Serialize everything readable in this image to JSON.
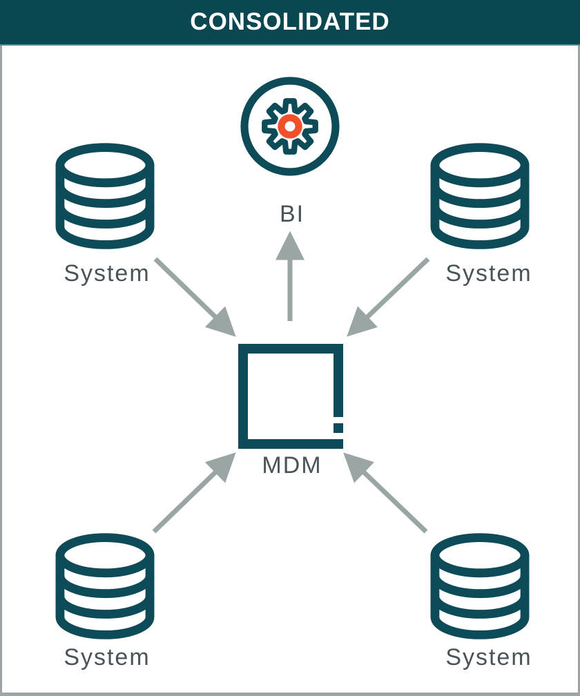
{
  "header": {
    "title": "CONSOLIDATED"
  },
  "diagram": {
    "bi_label": "BI",
    "mdm_label": "MDM",
    "systems": [
      {
        "label": "System"
      },
      {
        "label": "System"
      },
      {
        "label": "System"
      },
      {
        "label": "System"
      }
    ],
    "colors": {
      "header_bg": "#0a4750",
      "header_divider": "#4e8995",
      "icon_teal": "#0e4b58",
      "accent_orange": "#f1502a",
      "arrow_gray": "#9aa5a5",
      "label_gray": "#4a5358",
      "frame_border": "#9ba5a8"
    }
  }
}
